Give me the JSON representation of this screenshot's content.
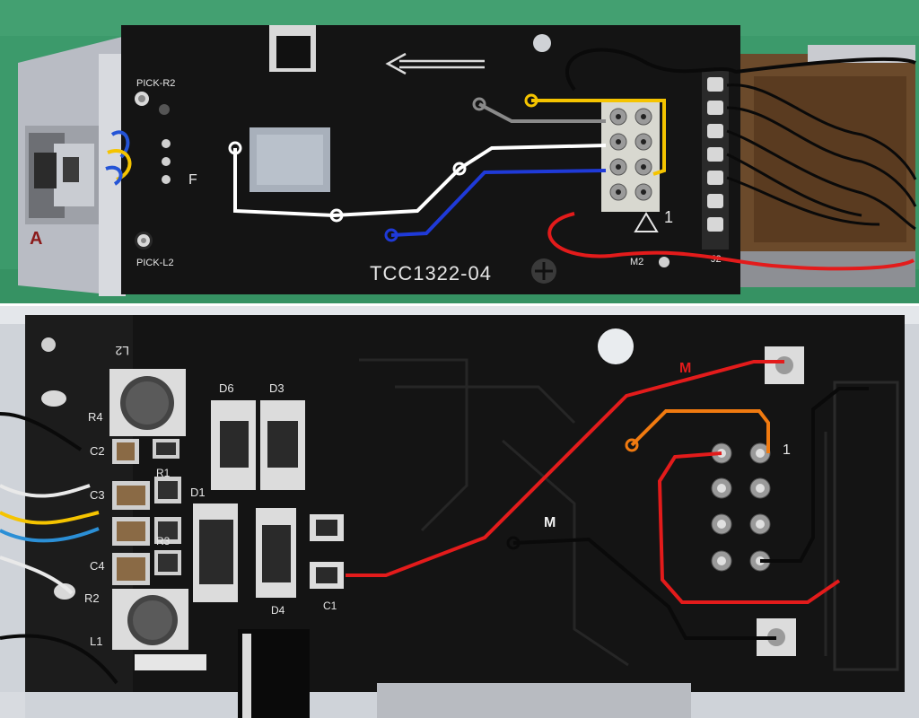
{
  "top_board": {
    "annotation_a": "A",
    "silk_pick_r2": "PICK-R2",
    "silk_pick_l2": "PICK-L2",
    "silk_f": "F",
    "silk_model": "TCC1322-04",
    "silk_pin1": "1",
    "silk_m2": "M2",
    "silk_j2": "J2"
  },
  "bottom_board": {
    "label_m_red": "M",
    "label_m_black": "M",
    "silk_pin1": "1",
    "silk_l2": "L2",
    "silk_r4": "R4",
    "silk_c2": "C2",
    "silk_r1": "R1",
    "silk_c3": "C3",
    "silk_r3": "R3",
    "silk_c4": "C4",
    "silk_r2": "R2",
    "silk_d6": "D6",
    "silk_d3": "D3",
    "silk_d1": "D1",
    "silk_d4": "D4",
    "silk_c1": "C1",
    "silk_l1": "L1"
  },
  "colors": {
    "pcb": "#141414",
    "grass": "#3c9a6b",
    "wire_red": "#e31b1b",
    "wire_black": "#0a0a0a",
    "wire_orange": "#f07a10",
    "wire_yellow": "#f5c400",
    "wire_gray": "#8a8a8a",
    "wire_white": "#ffffff",
    "wire_blue": "#1f3ad8"
  }
}
